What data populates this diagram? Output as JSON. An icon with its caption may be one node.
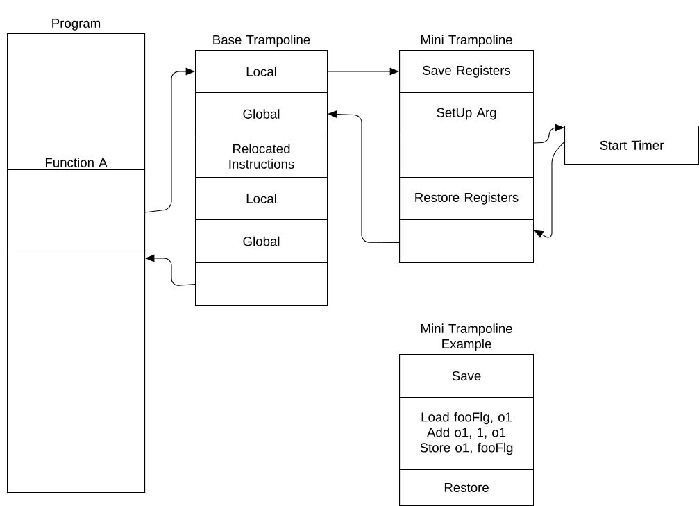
{
  "diagram": {
    "nodes": [
      {
        "text": [
          "Program"
        ]
      },
      {
        "text": [
          "Function A"
        ],
        "in": 0
      },
      {
        "text": [],
        "shape": "box",
        "in": 0
      },
      {
        "text": [],
        "shape": "box",
        "in": 0
      },
      {
        "text": [
          "Base Trampoline"
        ]
      },
      {
        "text": [
          "Local"
        ],
        "in": 4
      },
      {
        "text": [
          "Global"
        ],
        "in": 4
      },
      {
        "text": [
          "Relocated Instructions"
        ],
        "in": 4
      },
      {
        "text": [
          "Local"
        ],
        "in": 4
      },
      {
        "text": [
          "Global"
        ],
        "in": 4
      },
      {
        "text": [],
        "shape": "box",
        "in": 4
      },
      {
        "text": [
          "Mini Trampoline"
        ]
      },
      {
        "text": [
          "Save Registers"
        ],
        "in": 11
      },
      {
        "text": [
          "SetUp Arg"
        ],
        "in": 11
      },
      {
        "text": [],
        "shape": "box",
        "in": 11
      },
      {
        "text": [
          "Restore Registers"
        ],
        "in": 11
      },
      {
        "text": [],
        "shape": "box",
        "in": 11
      },
      {
        "text": [
          "Start Timer"
        ]
      },
      {
        "text": [
          "Mini Trampoline Example"
        ]
      },
      {
        "text": [
          "Save"
        ],
        "in": 18
      },
      {
        "text": [
          "Load fooFlg, o1",
          "Add o1, 1, o1",
          "Store o1, fooFlg"
        ],
        "in": 18
      },
      {
        "text": [
          "Restore"
        ],
        "in": 18
      }
    ],
    "edges": [
      {
        "from": 2,
        "to": 5,
        "arrow": "to"
      },
      {
        "from": 10,
        "to": 3,
        "arrow": "to"
      },
      {
        "from": 5,
        "to": 12,
        "arrow": "to"
      },
      {
        "from": 16,
        "to": 6,
        "arrow": "to"
      },
      {
        "from": 14,
        "to": 17,
        "arrow": "to"
      },
      {
        "from": 17,
        "to": 16,
        "arrow": "to"
      }
    ]
  }
}
